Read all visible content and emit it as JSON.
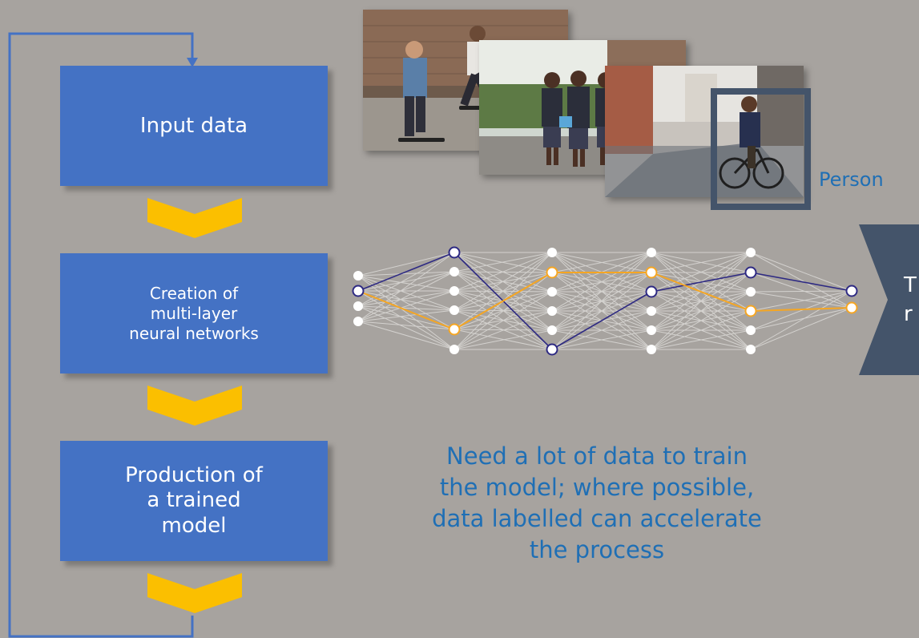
{
  "steps": {
    "input": "Input data",
    "network": "Creation of\nmulti-layer\nneural networks",
    "model": "Production of\na trained\nmodel"
  },
  "detection_label": "Person",
  "output_label": "T\nr",
  "note": "Need a lot of data to train\nthe model; where possible,\ndata labelled can accelerate\nthe process",
  "colors": {
    "background": "#a7a39f",
    "box": "#4472c4",
    "chevron": "#fbbf00",
    "loop_line": "#4472c4",
    "highlight_path": "#f5a623",
    "alt_path": "#2e2a83",
    "text_blue": "#1f6fb5",
    "output_box": "#44546a"
  },
  "icons": [
    "down-chevron-icon",
    "loop-arrow-icon"
  ]
}
